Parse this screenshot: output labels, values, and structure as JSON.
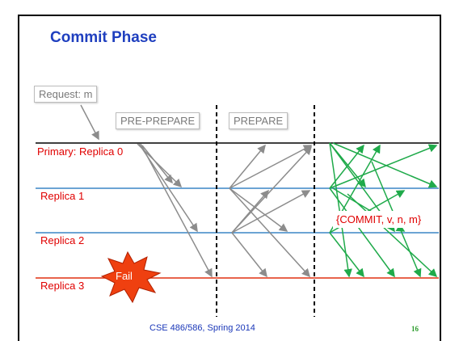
{
  "slide": {
    "title": "Commit Phase",
    "request_label": "Request: m",
    "phase_pre_prepare": "PRE-PREPARE",
    "phase_prepare": "PREPARE",
    "replica_labels": [
      "Primary: Replica 0",
      "Replica 1",
      "Replica 2",
      "Replica 3"
    ],
    "commit_label": "{COMMIT, v, n, m}",
    "fail_label": "Fail",
    "footer": "CSE 486/586, Spring 2014",
    "page_number": "16"
  },
  "colors": {
    "title": "#1f3fbf",
    "replica_label": "#e00000",
    "primary_line": "#000000",
    "replica_line": "#3c86c6",
    "failed_line": "#e03010",
    "pre_prepare_arrow": "#8c8c8c",
    "prepare_arrow": "#8c8c8c",
    "commit_arrow": "#1faa4a",
    "fail_burst": "#ef4010"
  }
}
